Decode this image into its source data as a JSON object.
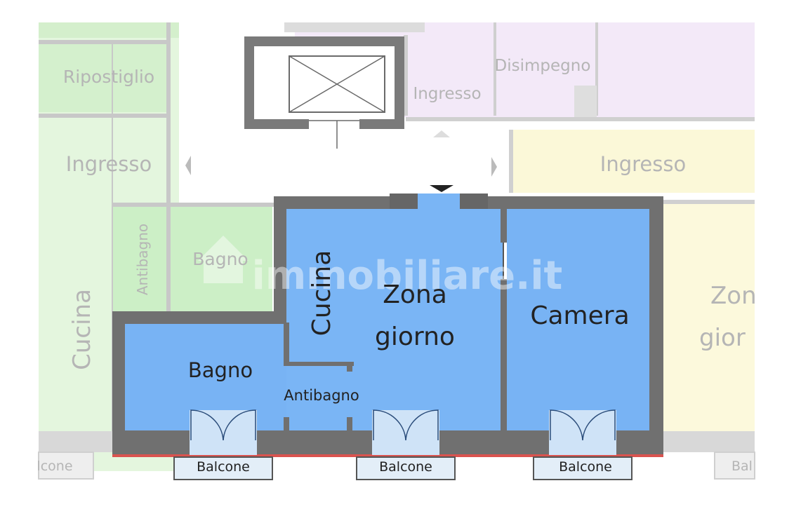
{
  "colors": {
    "wall": "#707070",
    "wall_dark": "#555555",
    "unit_blue": "#7ab5f5",
    "neighbor_green": "#dff5d8",
    "neighbor_green_strong": "#c4efc0",
    "neighbor_purple": "#f1e6f7",
    "neighbor_yellow": "#fbf7d6",
    "balcony_fill": "#e3eef8",
    "facade_line": "#d9534f",
    "faded_text": "#b5b5b5",
    "label_text": "#222222"
  },
  "rooms": {
    "main": {
      "zona_giorno_line1": "Zona",
      "zona_giorno_line2": "giorno",
      "cucina": "Cucina",
      "camera": "Camera",
      "bagno": "Bagno",
      "antibagno": "Antibagno"
    },
    "balconies": [
      "Balcone",
      "Balcone",
      "Balcone"
    ],
    "neighbors": {
      "left_ripostiglio": "Ripostiglio",
      "left_ingresso": "Ingresso",
      "left_cucina": "Cucina",
      "left_antibagno": "Antibagno",
      "left_bagno": "Bagno",
      "left_balcone": "lcone",
      "top_disimpegno": "Disimpegno",
      "top_ingresso": "Ingresso",
      "right_ingresso": "Ingresso",
      "right_zona_line1": "Zon",
      "right_zona_line2": "gior",
      "right_balcone": "Bal"
    }
  },
  "watermark": "immobiliare.it",
  "navigation": {
    "left_arrow": "left-arrow-icon",
    "right_arrow": "right-arrow-icon",
    "up_arrow": "up-arrow-icon",
    "down_arrow": "down-arrow-icon"
  }
}
